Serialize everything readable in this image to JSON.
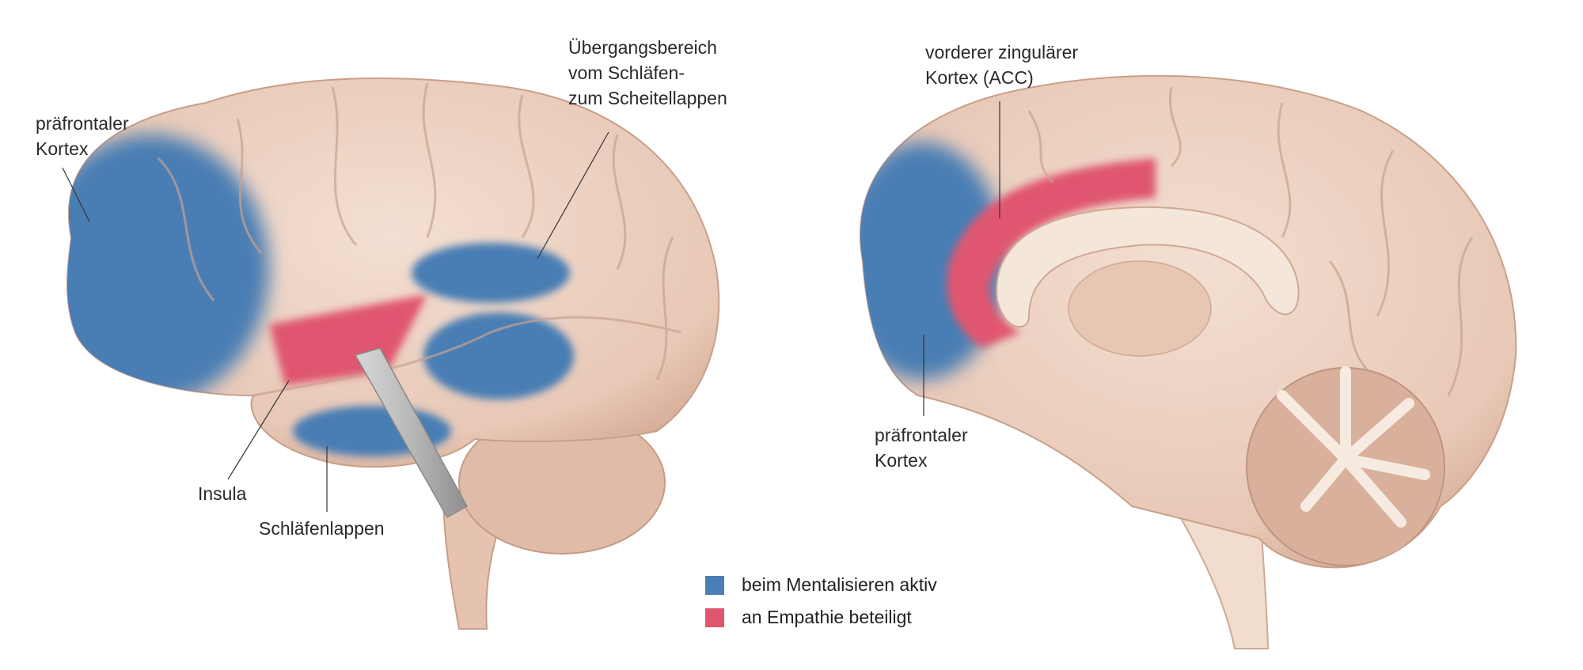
{
  "colors": {
    "mentalizing": "#4a7eb4",
    "empathy": "#e0566f",
    "brain": "#ecd2c2"
  },
  "left_brain": {
    "labels": {
      "prefrontal": [
        "präfrontaler",
        "Kortex"
      ],
      "junction": [
        "Übergangsbereich",
        "vom Schläfen-",
        "zum Scheitellappen"
      ],
      "insula": "Insula",
      "temporal": "Schläfenlappen"
    }
  },
  "right_brain": {
    "labels": {
      "acc": [
        "vorderer zingulärer",
        "Kortex (ACC)"
      ],
      "prefrontal": [
        "präfrontaler",
        "Kortex"
      ]
    }
  },
  "legend": [
    {
      "label": "beim Mentalisieren aktiv",
      "color": "#4a7eb4"
    },
    {
      "label": "an Empathie beteiligt",
      "color": "#e0566f"
    }
  ]
}
